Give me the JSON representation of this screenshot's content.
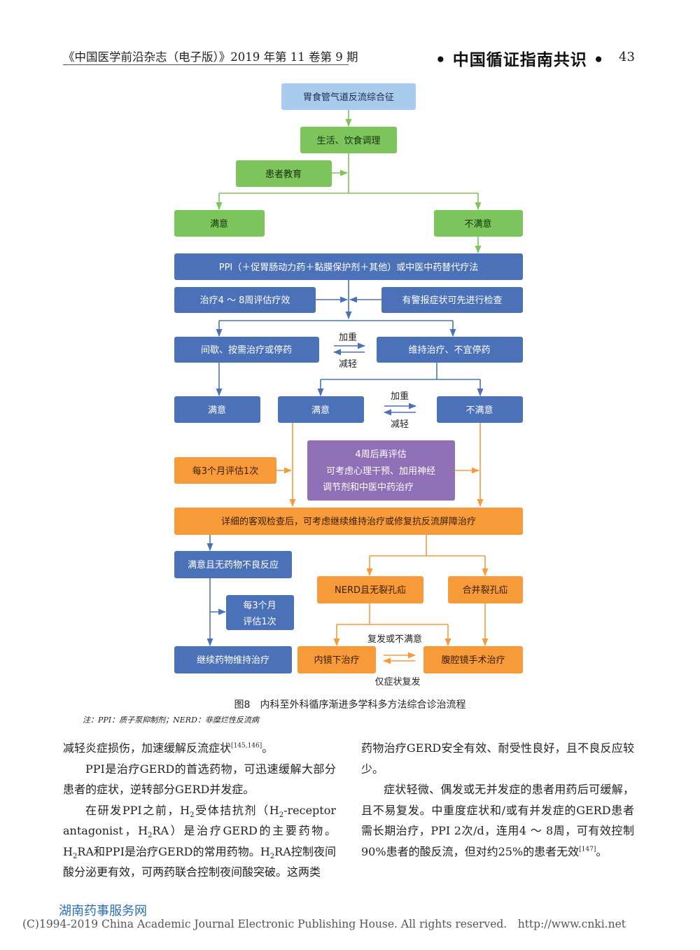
{
  "header": {
    "journal": "《中国医学前沿杂志（电子版）》2019 年第 11 卷第 9 期",
    "section": "• 中国循证指南共识 •",
    "page": "43"
  },
  "colors": {
    "blue_light": "#a9cbee",
    "green": "#7cc45c",
    "blue": "#4b72b8",
    "orange": "#f79a3a",
    "purple": "#8f6fb5"
  },
  "flow": {
    "gerd": "胃食管气道反流综合征",
    "lifestyle": "生活、饮食调理",
    "education": "患者教育",
    "satisfied_1": "满意",
    "unsatisfied_1": "不满意",
    "ppi_bar": "PPI（＋促胃肠动力药＋黏膜保护剂＋其他）或中医中药替代疗法",
    "treat_eval": "治疗4 ～ 8周评估疗效",
    "alarm_check": "有警报症状可先进行检查",
    "intermittent": "间歇、按需治疗或停药",
    "maintenance": "维持治疗、不宜停药",
    "worsen_1": "加重",
    "ease_1": "减轻",
    "satisfied_2a": "满意",
    "satisfied_2b": "满意",
    "unsatisfied_2": "不满意",
    "worsen_2": "加重",
    "ease_2": "减轻",
    "eval_3m": "每3个月评估1次",
    "reeval_l1": "4周后再评估",
    "reeval_l2": "可考虑心理干预、加用神经",
    "reeval_l3": "调节剂和中医中药治疗",
    "detailed_exam": "详细的客观检查后，可考虑继续维持治疗或修复抗反流屏障治疗",
    "no_adverse": "满意且无药物不良反应",
    "eval_3m_l1": "每3个月",
    "eval_3m_l2": "评估1次",
    "nerd": "NERD且无裂孔疝",
    "hernia": "合并裂孔疝",
    "relapse": "复发或不满意",
    "continue_drug": "继续药物维持治疗",
    "endoscopic": "内镜下治疗",
    "laparoscopic": "腹腔镜手术治疗",
    "symptom_only": "仅症状复发"
  },
  "caption": "图8　内科至外科循序渐进多学科多方法综合诊治流程",
  "note": "注：PPI：质子泵抑制剂；NERD：非糜烂性反流病",
  "body": {
    "l1a": "减轻炎症损伤，加速缓解反流症状",
    "l1_ref": "[145,146]",
    "l1b": "。",
    "l2": "PPI是治疗GERD的首选药物，可迅速缓解大部分患者的症状，逆转部分GERD并发症。",
    "l3a": "在研发PPI之前，H",
    "l3_sub1": "2",
    "l3b": "受体拮抗剂（H",
    "l3_sub2": "2",
    "l3c": "-receptor antagonist，H",
    "l3_sub3": "2",
    "l3d": "RA）是治疗GERD的主要药物。H",
    "l3_sub4": "2",
    "l3e": "RA和PPI是治疗GERD的常用药物。H",
    "l3_sub5": "2",
    "l3f": "RA控制夜间酸分泌更有效，可两药联合控制夜间酸突破。这两类",
    "r1": "药物治疗GERD安全有效、耐受性良好，且不良反应较少。",
    "r2a": "症状轻微、偶发或无并发症的患者用药后可缓解，且不易复发。中重度症状和/或有并发症的GERD患者需长期治疗，PPI 2次/d，连用4 ～ 8周，可有效控制90%患者的酸反流，但对约25%的患者无效",
    "r2_ref": "[147]",
    "r2b": "。"
  },
  "watermark": "湖南药事服务网",
  "copyright": "(C)1994-2019 China Academic Journal Electronic Publishing House. All rights reserved.　http://www.cnki.net"
}
